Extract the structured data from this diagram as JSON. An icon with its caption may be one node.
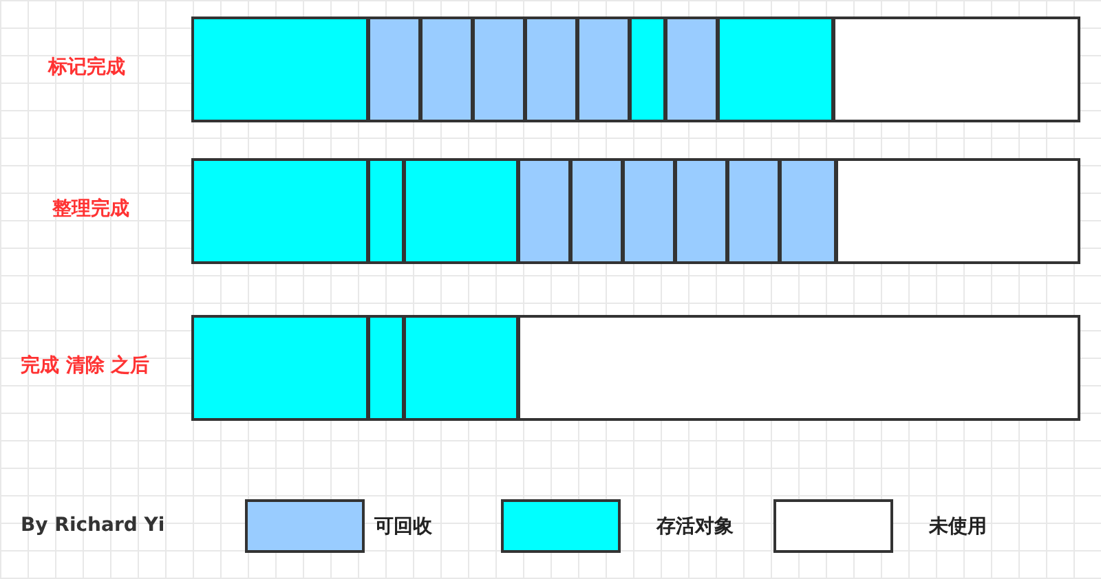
{
  "diagram": {
    "nodes": [
      {
        "text": [
          "标记完成"
        ]
      },
      {
        "text": [],
        "shape": "box",
        "in": 0
      },
      {
        "text": [],
        "shape": "box",
        "in": 0
      },
      {
        "text": [],
        "shape": "box",
        "in": 0
      },
      {
        "text": [],
        "shape": "box",
        "in": 0
      },
      {
        "text": [],
        "shape": "box",
        "in": 0
      },
      {
        "text": [],
        "shape": "box",
        "in": 0
      },
      {
        "text": [],
        "shape": "box",
        "in": 0
      },
      {
        "text": [],
        "shape": "box",
        "in": 0
      },
      {
        "text": [],
        "shape": "box",
        "in": 0
      },
      {
        "text": [],
        "shape": "box",
        "in": 0
      },
      {
        "text": [
          "整理完成"
        ]
      },
      {
        "text": [],
        "shape": "box",
        "in": 11
      },
      {
        "text": [],
        "shape": "box",
        "in": 11
      },
      {
        "text": [],
        "shape": "box",
        "in": 11
      },
      {
        "text": [],
        "shape": "box",
        "in": 11
      },
      {
        "text": [],
        "shape": "box",
        "in": 11
      },
      {
        "text": [],
        "shape": "box",
        "in": 11
      },
      {
        "text": [],
        "shape": "box",
        "in": 11
      },
      {
        "text": [],
        "shape": "box",
        "in": 11
      },
      {
        "text": [],
        "shape": "box",
        "in": 11
      },
      {
        "text": [],
        "shape": "box",
        "in": 11
      },
      {
        "text": [
          "完成 清除 之后"
        ]
      },
      {
        "text": [],
        "shape": "box",
        "in": 22
      },
      {
        "text": [],
        "shape": "box",
        "in": 22
      },
      {
        "text": [],
        "shape": "box",
        "in": 22
      },
      {
        "text": [],
        "shape": "box",
        "in": 22
      }
    ],
    "labels": [
      "By Richard  Yi"
    ],
    "legend": [
      {
        "text": "可回收",
        "color": "#99ccff"
      },
      {
        "text": "存活对象",
        "color": "#00ffff"
      },
      {
        "text": "未使用",
        "color": "#ffffff"
      }
    ]
  }
}
